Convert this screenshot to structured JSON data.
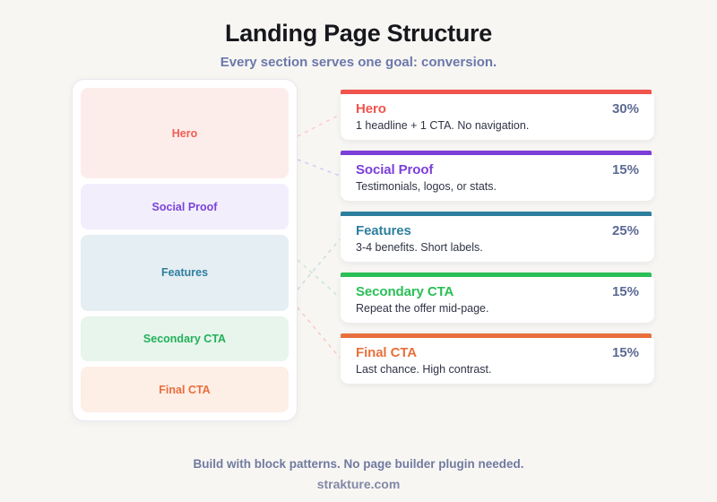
{
  "header": {
    "title": "Landing Page Structure",
    "subtitle": "Every section serves one goal: conversion."
  },
  "wireframe": {
    "blocks": [
      {
        "label": "Hero",
        "percent": 30,
        "bg": "#fdedea",
        "color": "#f25c54"
      },
      {
        "label": "Social Proof",
        "percent": 15,
        "bg": "#f3eefc",
        "color": "#7a45d9"
      },
      {
        "label": "Features",
        "percent": 25,
        "bg": "#e5eef2",
        "color": "#2e7fa0"
      },
      {
        "label": "Secondary CTA",
        "percent": 15,
        "bg": "#e7f5ec",
        "color": "#22b05b"
      },
      {
        "label": "Final CTA",
        "percent": 15,
        "bg": "#fdeee6",
        "color": "#e96f3c"
      }
    ]
  },
  "cards": [
    {
      "title": "Hero",
      "percent": "30%",
      "description": "1 headline + 1 CTA. No navigation.",
      "color": "#f0544c"
    },
    {
      "title": "Social Proof",
      "percent": "15%",
      "description": "Testimonials, logos, or stats.",
      "color": "#7c3fd9"
    },
    {
      "title": "Features",
      "percent": "25%",
      "description": "3-4 benefits. Short labels.",
      "color": "#2e7f9e"
    },
    {
      "title": "Secondary CTA",
      "percent": "15%",
      "description": "Repeat the offer mid-page.",
      "color": "#2abf57"
    },
    {
      "title": "Final CTA",
      "percent": "15%",
      "description": "Last chance. High contrast.",
      "color": "#e8703c"
    }
  ],
  "connectors": [
    {
      "name": "hero",
      "color": "#f7cdd2"
    },
    {
      "name": "social-proof",
      "color": "#d4c9f1"
    },
    {
      "name": "features",
      "color": "#c5dde5"
    },
    {
      "name": "secondary-cta",
      "color": "#c6e8d3"
    },
    {
      "name": "final-cta",
      "color": "#f7c9c0"
    }
  ],
  "footer": {
    "note": "Build with block patterns. No page builder plugin needed.",
    "site": "strakture.com"
  }
}
